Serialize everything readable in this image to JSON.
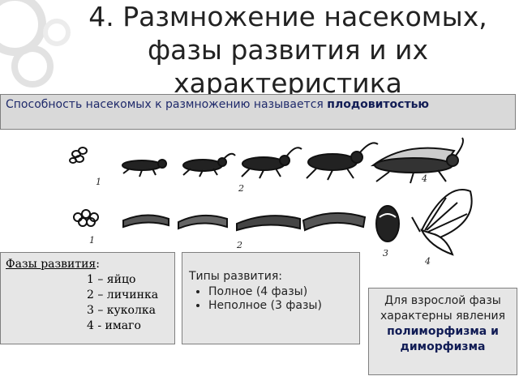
{
  "slide": {
    "title": "4. Размножение насекомых, фазы развития и их характеристика"
  },
  "banner": {
    "text": "Способность насекомых к размножению называется ",
    "bold": "плодовитостью"
  },
  "illustration": {
    "labels": {
      "row1_1": "1",
      "row1_2": "2",
      "row1_4": "4",
      "row2_1": "1",
      "row2_2": "2",
      "row2_3": "3",
      "row2_4": "4"
    }
  },
  "phases": {
    "heading": "Фазы развития",
    "heading_suffix": ":",
    "items": [
      "1 – яйцо",
      "2 – личинка",
      "3 – куколка",
      "4 - имаго"
    ]
  },
  "types": {
    "heading": "Типы развития:",
    "items": [
      "Полное  (4 фазы)",
      "Неполное (3 фазы)"
    ]
  },
  "adult": {
    "text": "Для взрослой фазы характерны явления ",
    "bold": "полиморфизма и диморфизма"
  }
}
